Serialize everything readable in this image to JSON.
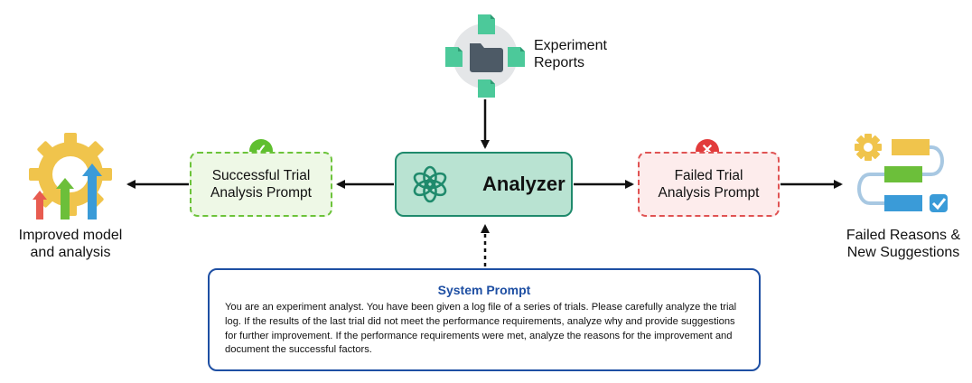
{
  "experiment_reports": {
    "label_line1": "Experiment",
    "label_line2": "Reports"
  },
  "analyzer": {
    "label": "Analyzer"
  },
  "success_prompt": {
    "line1": "Successful Trial",
    "line2": "Analysis Prompt"
  },
  "failed_prompt": {
    "line1": "Failed Trial",
    "line2": "Analysis Prompt"
  },
  "improved_output": {
    "line1": "Improved model",
    "line2": "and analysis"
  },
  "failed_output": {
    "line1": "Failed Reasons &",
    "line2": "New Suggestions"
  },
  "system_prompt": {
    "title": "System Prompt",
    "body": "You are an experiment analyst. You have been given a log file of a series of trials.  Please carefully analyze the trial log. If the results of the last trial did not meet the performance requirements, analyze why and provide suggestions for further improvement. If the performance requirements were met, analyze the reasons for the improvement and document the successful factors."
  },
  "colors": {
    "analyzer_border": "#1f8a6c",
    "analyzer_fill": "#b9e3d2",
    "success": "#6cc33a",
    "failure": "#e05353",
    "system_prompt": "#1e4fa3",
    "gear": "#f0c44c"
  },
  "icons": {
    "reports": "folder-documents-icon",
    "analyzer": "openai-logo-icon",
    "success_badge": "check-icon",
    "failure_badge": "x-icon",
    "improved": "gear-growth-icon",
    "failed_output": "workflow-steps-icon"
  }
}
